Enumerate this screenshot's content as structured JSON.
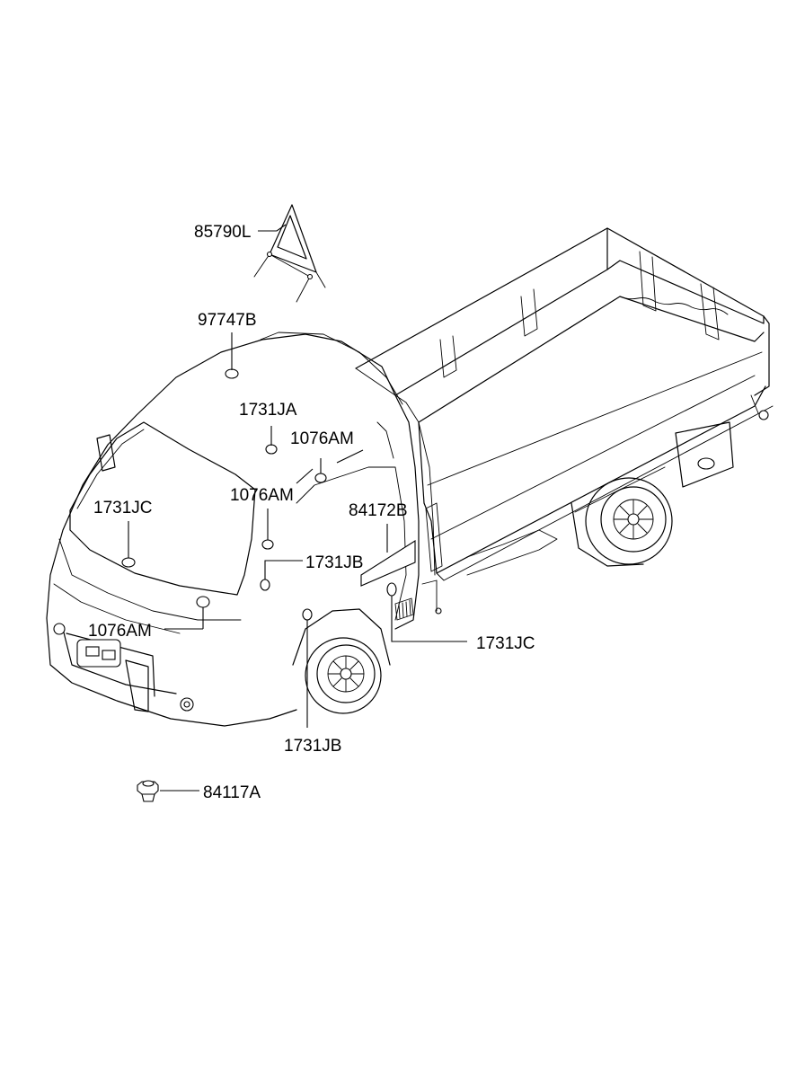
{
  "callouts": [
    {
      "id": "c1",
      "text": "85790L"
    },
    {
      "id": "c2",
      "text": "97747B"
    },
    {
      "id": "c3",
      "text": "1731JA"
    },
    {
      "id": "c4",
      "text": "1076AM"
    },
    {
      "id": "c5",
      "text": "1076AM"
    },
    {
      "id": "c6",
      "text": "84172B"
    },
    {
      "id": "c7",
      "text": "1731JC"
    },
    {
      "id": "c8",
      "text": "1731JB"
    },
    {
      "id": "c9",
      "text": "1076AM"
    },
    {
      "id": "c10",
      "text": "1731JC"
    },
    {
      "id": "c11",
      "text": "1731JB"
    },
    {
      "id": "c12",
      "text": "84117A"
    }
  ]
}
